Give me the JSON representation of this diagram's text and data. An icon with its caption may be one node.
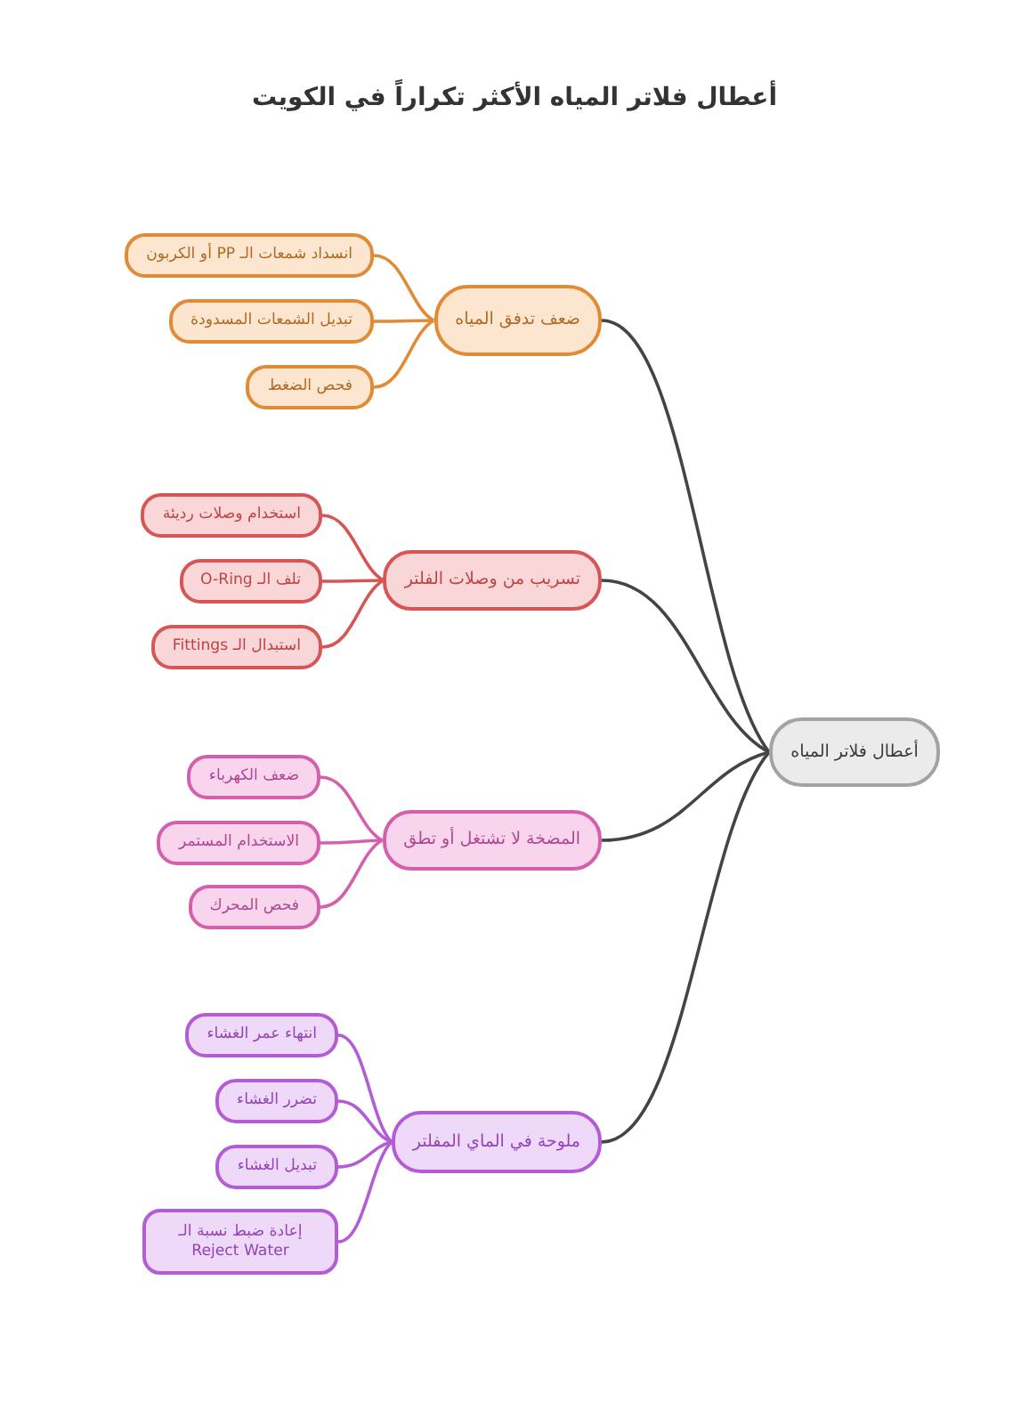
{
  "diagram": {
    "title": "أعطال فلاتر المياه الأكثر تكراراً في الكويت",
    "nodes": [
      {
        "text": [
          "أعطال فلاتر المياه"
        ]
      },
      {
        "text": [
          "ضعف تدفق المياه"
        ]
      },
      {
        "text": [
          "انسداد شمعات الـ PP أو الكربون"
        ]
      },
      {
        "text": [
          "تبديل الشمعات المسدودة"
        ]
      },
      {
        "text": [
          "فحص الضغط"
        ]
      },
      {
        "text": [
          "تسريب من وصلات الفلتر"
        ]
      },
      {
        "text": [
          "استخدام وصلات رديئة"
        ]
      },
      {
        "text": [
          "تلف الـ O-Ring"
        ]
      },
      {
        "text": [
          "استبدال الـ Fittings"
        ]
      },
      {
        "text": [
          "المضخة لا تشتغل أو تطق"
        ]
      },
      {
        "text": [
          "ضعف الكهرباء"
        ]
      },
      {
        "text": [
          "الاستخدام المستمر"
        ]
      },
      {
        "text": [
          "فحص المحرك"
        ]
      },
      {
        "text": [
          "ملوحة في الماي المفلتر"
        ]
      },
      {
        "text": [
          "انتهاء عمر الغشاء"
        ]
      },
      {
        "text": [
          "تضرر الغشاء"
        ]
      },
      {
        "text": [
          "تبديل الغشاء"
        ]
      },
      {
        "text": [
          "إعادة ضبط نسبة الـ Reject Water"
        ]
      }
    ],
    "edges": [
      {
        "from": 0,
        "to": 1,
        "arrow": "none",
        "color": "#444444"
      },
      {
        "from": 1,
        "to": 2,
        "arrow": "none",
        "color": "#e08b35"
      },
      {
        "from": 1,
        "to": 3,
        "arrow": "none",
        "color": "#e08b35"
      },
      {
        "from": 1,
        "to": 4,
        "arrow": "none",
        "color": "#e08b35"
      },
      {
        "from": 0,
        "to": 5,
        "arrow": "none",
        "color": "#444444"
      },
      {
        "from": 5,
        "to": 6,
        "arrow": "none",
        "color": "#d65656"
      },
      {
        "from": 5,
        "to": 7,
        "arrow": "none",
        "color": "#d65656"
      },
      {
        "from": 5,
        "to": 8,
        "arrow": "none",
        "color": "#d65656"
      },
      {
        "from": 0,
        "to": 9,
        "arrow": "none",
        "color": "#444444"
      },
      {
        "from": 9,
        "to": 10,
        "arrow": "none",
        "color": "#d460ad"
      },
      {
        "from": 9,
        "to": 11,
        "arrow": "none",
        "color": "#d460ad"
      },
      {
        "from": 9,
        "to": 12,
        "arrow": "none",
        "color": "#d460ad"
      },
      {
        "from": 0,
        "to": 13,
        "arrow": "none",
        "color": "#444444"
      },
      {
        "from": 13,
        "to": 14,
        "arrow": "none",
        "color": "#b35cd6"
      },
      {
        "from": 13,
        "to": 15,
        "arrow": "none",
        "color": "#b35cd6"
      },
      {
        "from": 13,
        "to": 16,
        "arrow": "none",
        "color": "#b35cd6"
      },
      {
        "from": 13,
        "to": 17,
        "arrow": "none",
        "color": "#b35cd6"
      }
    ]
  }
}
